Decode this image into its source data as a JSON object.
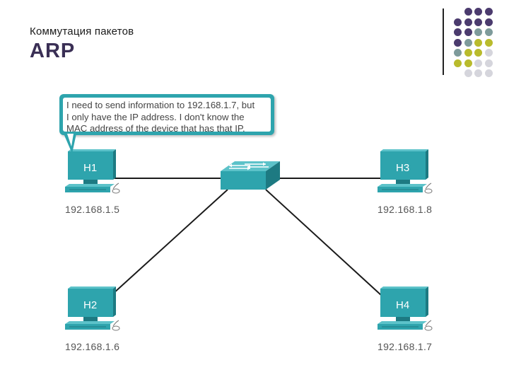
{
  "header": {
    "subtitle": "Коммутация пакетов",
    "title": "ARP"
  },
  "decoration": {
    "dot_colors": {
      "purple": "#4b3b6e",
      "gray": "#7e9b9b",
      "olive": "#b9bb2c",
      "light": "#d5d5dc"
    }
  },
  "bubble": {
    "text": "I need to send information to 192.168.1.7, but\nI only have the IP address. I don't know the\nMAC address of the device that has that IP."
  },
  "diagram": {
    "switch": {
      "icon": "switch-icon"
    },
    "hosts": [
      {
        "id": "H1",
        "label": "H1",
        "ip": "192.168.1.5"
      },
      {
        "id": "H2",
        "label": "H2",
        "ip": "192.168.1.6"
      },
      {
        "id": "H3",
        "label": "H3",
        "ip": "192.168.1.8"
      },
      {
        "id": "H4",
        "label": "H4",
        "ip": "192.168.1.7"
      }
    ],
    "colors": {
      "teal": "#2ea4ad",
      "teal_dark": "#1d7a82",
      "teal_light": "#5cc2c9",
      "link": "#1a1a1a"
    }
  }
}
